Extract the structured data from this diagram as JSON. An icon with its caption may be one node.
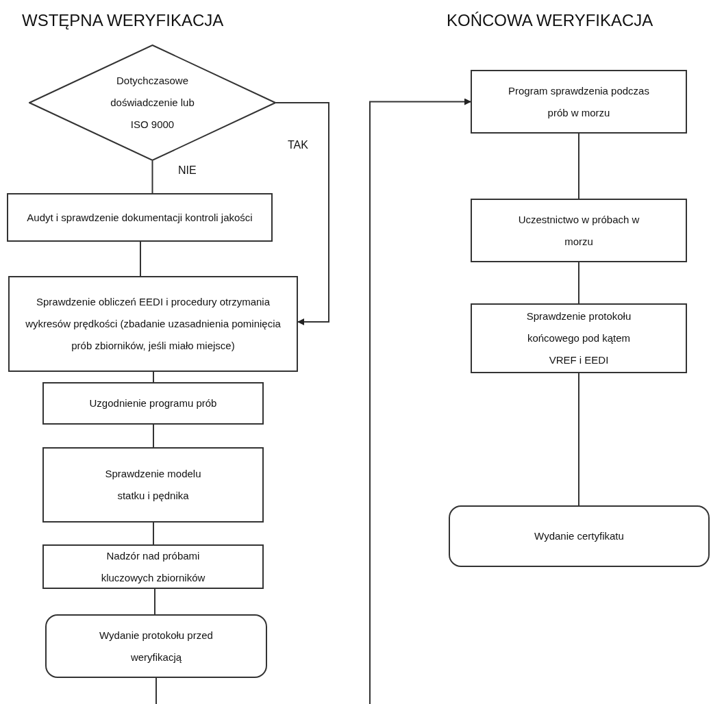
{
  "diagram": {
    "nodes": [
      {
        "text": [
          "Dotychczasowe doświadczenie lub ISO 9000"
        ]
      },
      {
        "text": [
          "Audyt i sprawdzenie dokumentacji kontroli jakości"
        ]
      },
      {
        "text": [
          "Sprawdzenie obliczeń EEDI i procedury otrzymania wykresów prędkości (zbadanie uzasadnienia pominięcia prób zbiorników, jeśli miało miejsce)"
        ]
      },
      {
        "text": [
          "Uzgodnienie programu prób"
        ]
      },
      {
        "text": [
          "Sprawdzenie modelu statku i pędnika"
        ]
      },
      {
        "text": [
          "Nadzór nad próbami kluczowych zbiorników"
        ]
      },
      {
        "text": [
          "Wydanie protokołu przed weryfikacją"
        ]
      },
      {
        "text": [
          "Program sprawdzenia podczas prób w morzu"
        ]
      },
      {
        "text": [
          "Uczestnictwo w próbach w morzu"
        ]
      },
      {
        "text": [
          "Sprawdzenie protokołu końcowego pod kątem VREF i EEDI"
        ]
      },
      {
        "text": [
          "Wydanie certyfikatu"
        ]
      }
    ],
    "edges": [
      {
        "from": 0,
        "to": 1,
        "arrow": "none",
        "label": "NIE"
      },
      {
        "from": 0,
        "to": 2,
        "arrow": "to",
        "label": "TAK"
      },
      {
        "from": 1,
        "to": 2,
        "arrow": "none"
      },
      {
        "from": 2,
        "to": 3,
        "arrow": "none"
      },
      {
        "from": 3,
        "to": 4,
        "arrow": "none"
      },
      {
        "from": 4,
        "to": 5,
        "arrow": "none"
      },
      {
        "from": 5,
        "to": 6,
        "arrow": "none"
      },
      {
        "from": 6,
        "to": null,
        "arrow": "none"
      },
      {
        "from": null,
        "to": 7,
        "arrow": "to"
      },
      {
        "from": 7,
        "to": 8,
        "arrow": "none"
      },
      {
        "from": 8,
        "to": 9,
        "arrow": "none"
      },
      {
        "from": 9,
        "to": 10,
        "arrow": "none"
      }
    ],
    "labels": [
      "WSTĘPNA WERYFIKACJA",
      "KOŃCOWA WERYFIKACJA"
    ]
  }
}
